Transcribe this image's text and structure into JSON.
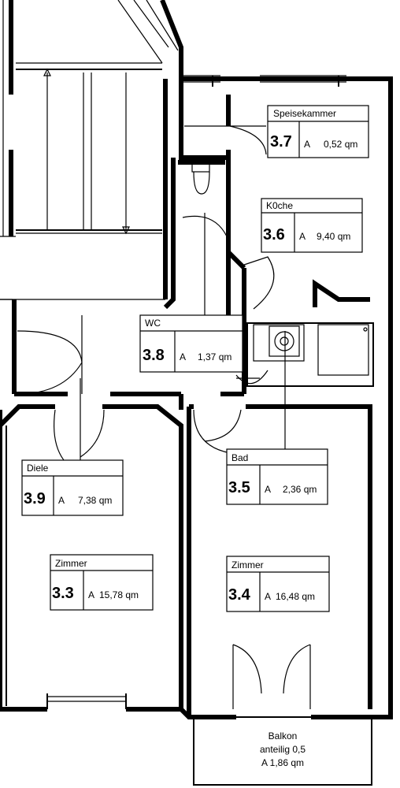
{
  "rooms": {
    "speisekammer": {
      "name": "Speisekammer",
      "number": "3.7",
      "area_prefix": "A",
      "area": "0,52 qm"
    },
    "kueche": {
      "name": "K0che",
      "number": "3.6",
      "area_prefix": "A",
      "area": "9,40 qm"
    },
    "wc": {
      "name": "WC",
      "number": "3.8",
      "area_prefix": "A",
      "area": "1,37 qm"
    },
    "diele": {
      "name": "Diele",
      "number": "3.9",
      "area_prefix": "A",
      "area": "7,38 qm"
    },
    "bad": {
      "name": "Bad",
      "number": "3.5",
      "area_prefix": "A",
      "area": "2,36 qm"
    },
    "zimmer33": {
      "name": "Zimmer",
      "number": "3.3",
      "area_prefix": "A",
      "area": "15,78 qm"
    },
    "zimmer34": {
      "name": "Zimmer",
      "number": "3.4",
      "area_prefix": "A",
      "area": "16,48 qm"
    }
  },
  "balkon": {
    "line1": "Balkon",
    "line2": "anteilig 0,5",
    "line3": "A 1,86 qm"
  },
  "colors": {
    "line": "#000000",
    "background": "#ffffff"
  }
}
